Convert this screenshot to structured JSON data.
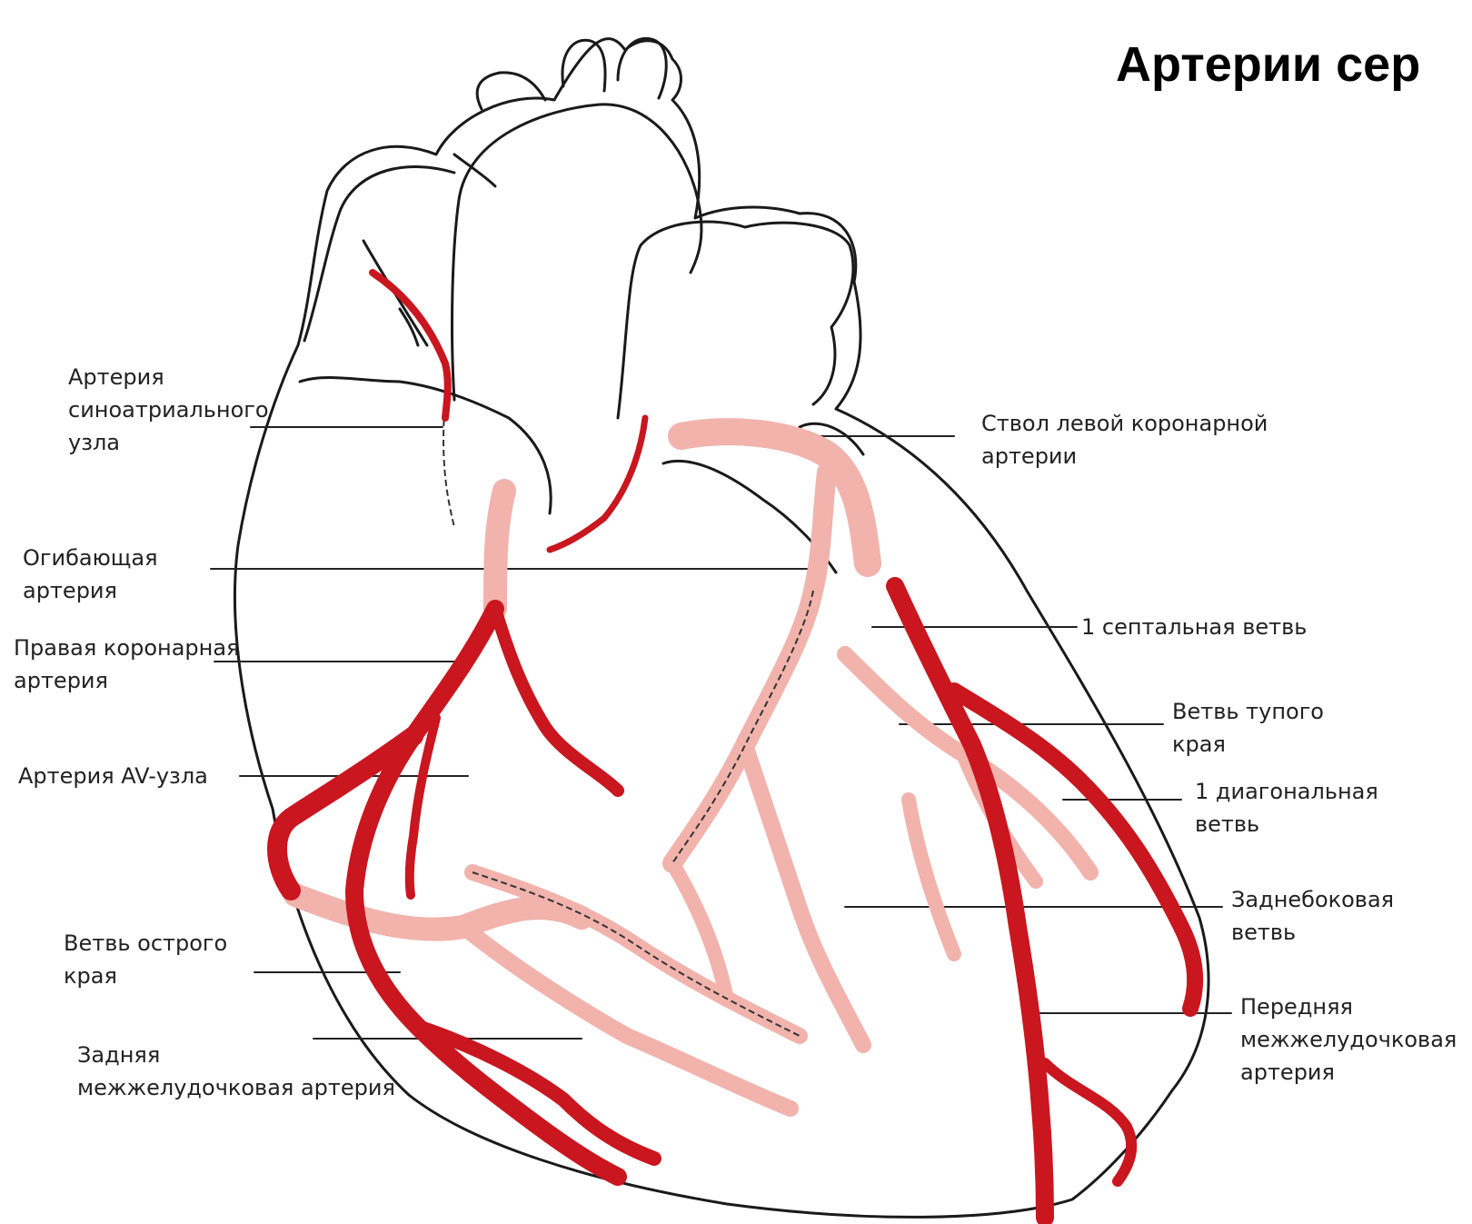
{
  "title": "Артерии сер",
  "colors": {
    "main_artery": "#c9161f",
    "pale_artery": "#f1b3ac",
    "outline": "#1a1a1a",
    "leader_line": "#222222"
  },
  "labels": {
    "sa_node_artery": "Артерия\nсиноатриального\nузла",
    "circumflex": "Огибающая\nартерия",
    "right_coronary": "Правая коронарная\nартерия",
    "av_node_artery": "Артерия AV-узла",
    "acute_marginal": "Ветвь острого\nкрая",
    "posterior_interventricular": "Задняя\nмежжелудочковая артерия",
    "left_main": "Ствол левой коронарной\nартерии",
    "septal_1": "1 септальная ветвь",
    "obtuse_marginal": "Ветвь тупого\nкрая",
    "diagonal_1": "1 диагональная\nветвь",
    "posterolateral": "Заднебоковая\nветвь",
    "anterior_interventricular": "Передняя\nмежжелудочковая\nартерия"
  }
}
